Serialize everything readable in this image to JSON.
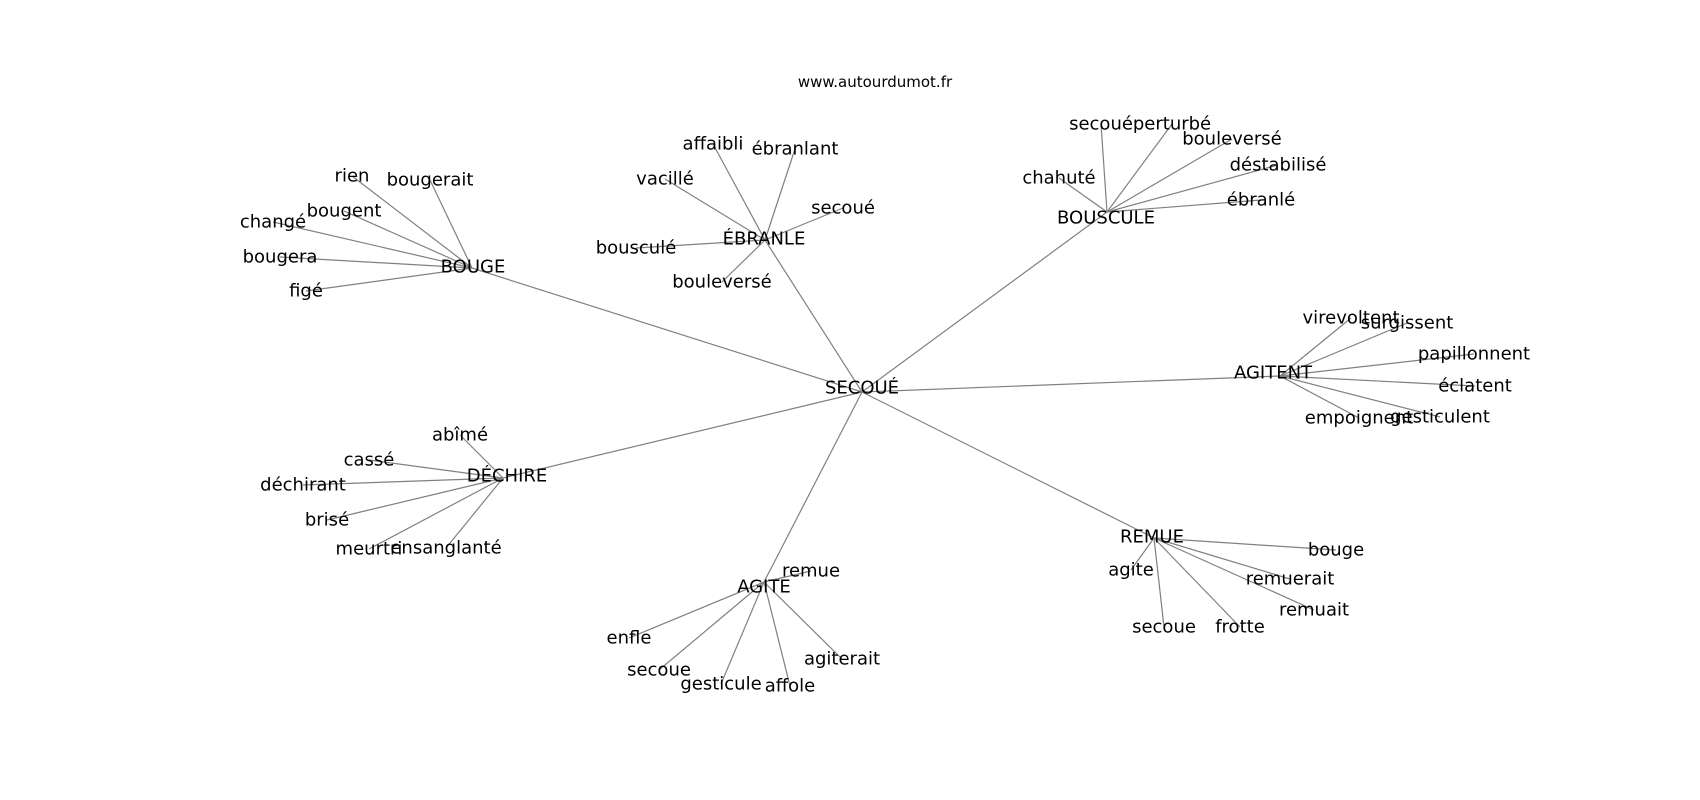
{
  "site": "www.autourdumot.fr",
  "colors": {
    "edge": "#808080",
    "text": "#000000",
    "background": "#ffffff"
  },
  "graph": {
    "center": "SECOUÉ",
    "groups": [
      {
        "label": "BOUGE",
        "words": [
          "rien",
          "bougerait",
          "bougent",
          "changé",
          "bougera",
          "figé"
        ]
      },
      {
        "label": "ÉBRANLE",
        "words": [
          "affaibli",
          "ébranlant",
          "vacillé",
          "secoué",
          "bousculé",
          "bouleversé"
        ]
      },
      {
        "label": "BOUSCULE",
        "words": [
          "secoué",
          "perturbé",
          "bouleversé",
          "déstabilisé",
          "chahuté",
          "ébranlé"
        ]
      },
      {
        "label": "AGITENT",
        "words": [
          "virevoltent",
          "surgissent",
          "papillonnent",
          "éclatent",
          "empoignent",
          "gesticulent"
        ]
      },
      {
        "label": "DÉCHIRE",
        "words": [
          "abîmé",
          "cassé",
          "déchirant",
          "brisé",
          "meurtri",
          "ensanglanté"
        ]
      },
      {
        "label": "AGITE",
        "words": [
          "remue",
          "enfle",
          "secoue",
          "gesticule",
          "affole",
          "agiterait"
        ]
      },
      {
        "label": "REMUE",
        "words": [
          "bouge",
          "agite",
          "remuerait",
          "remuait",
          "secoue",
          "frotte"
        ]
      }
    ]
  }
}
